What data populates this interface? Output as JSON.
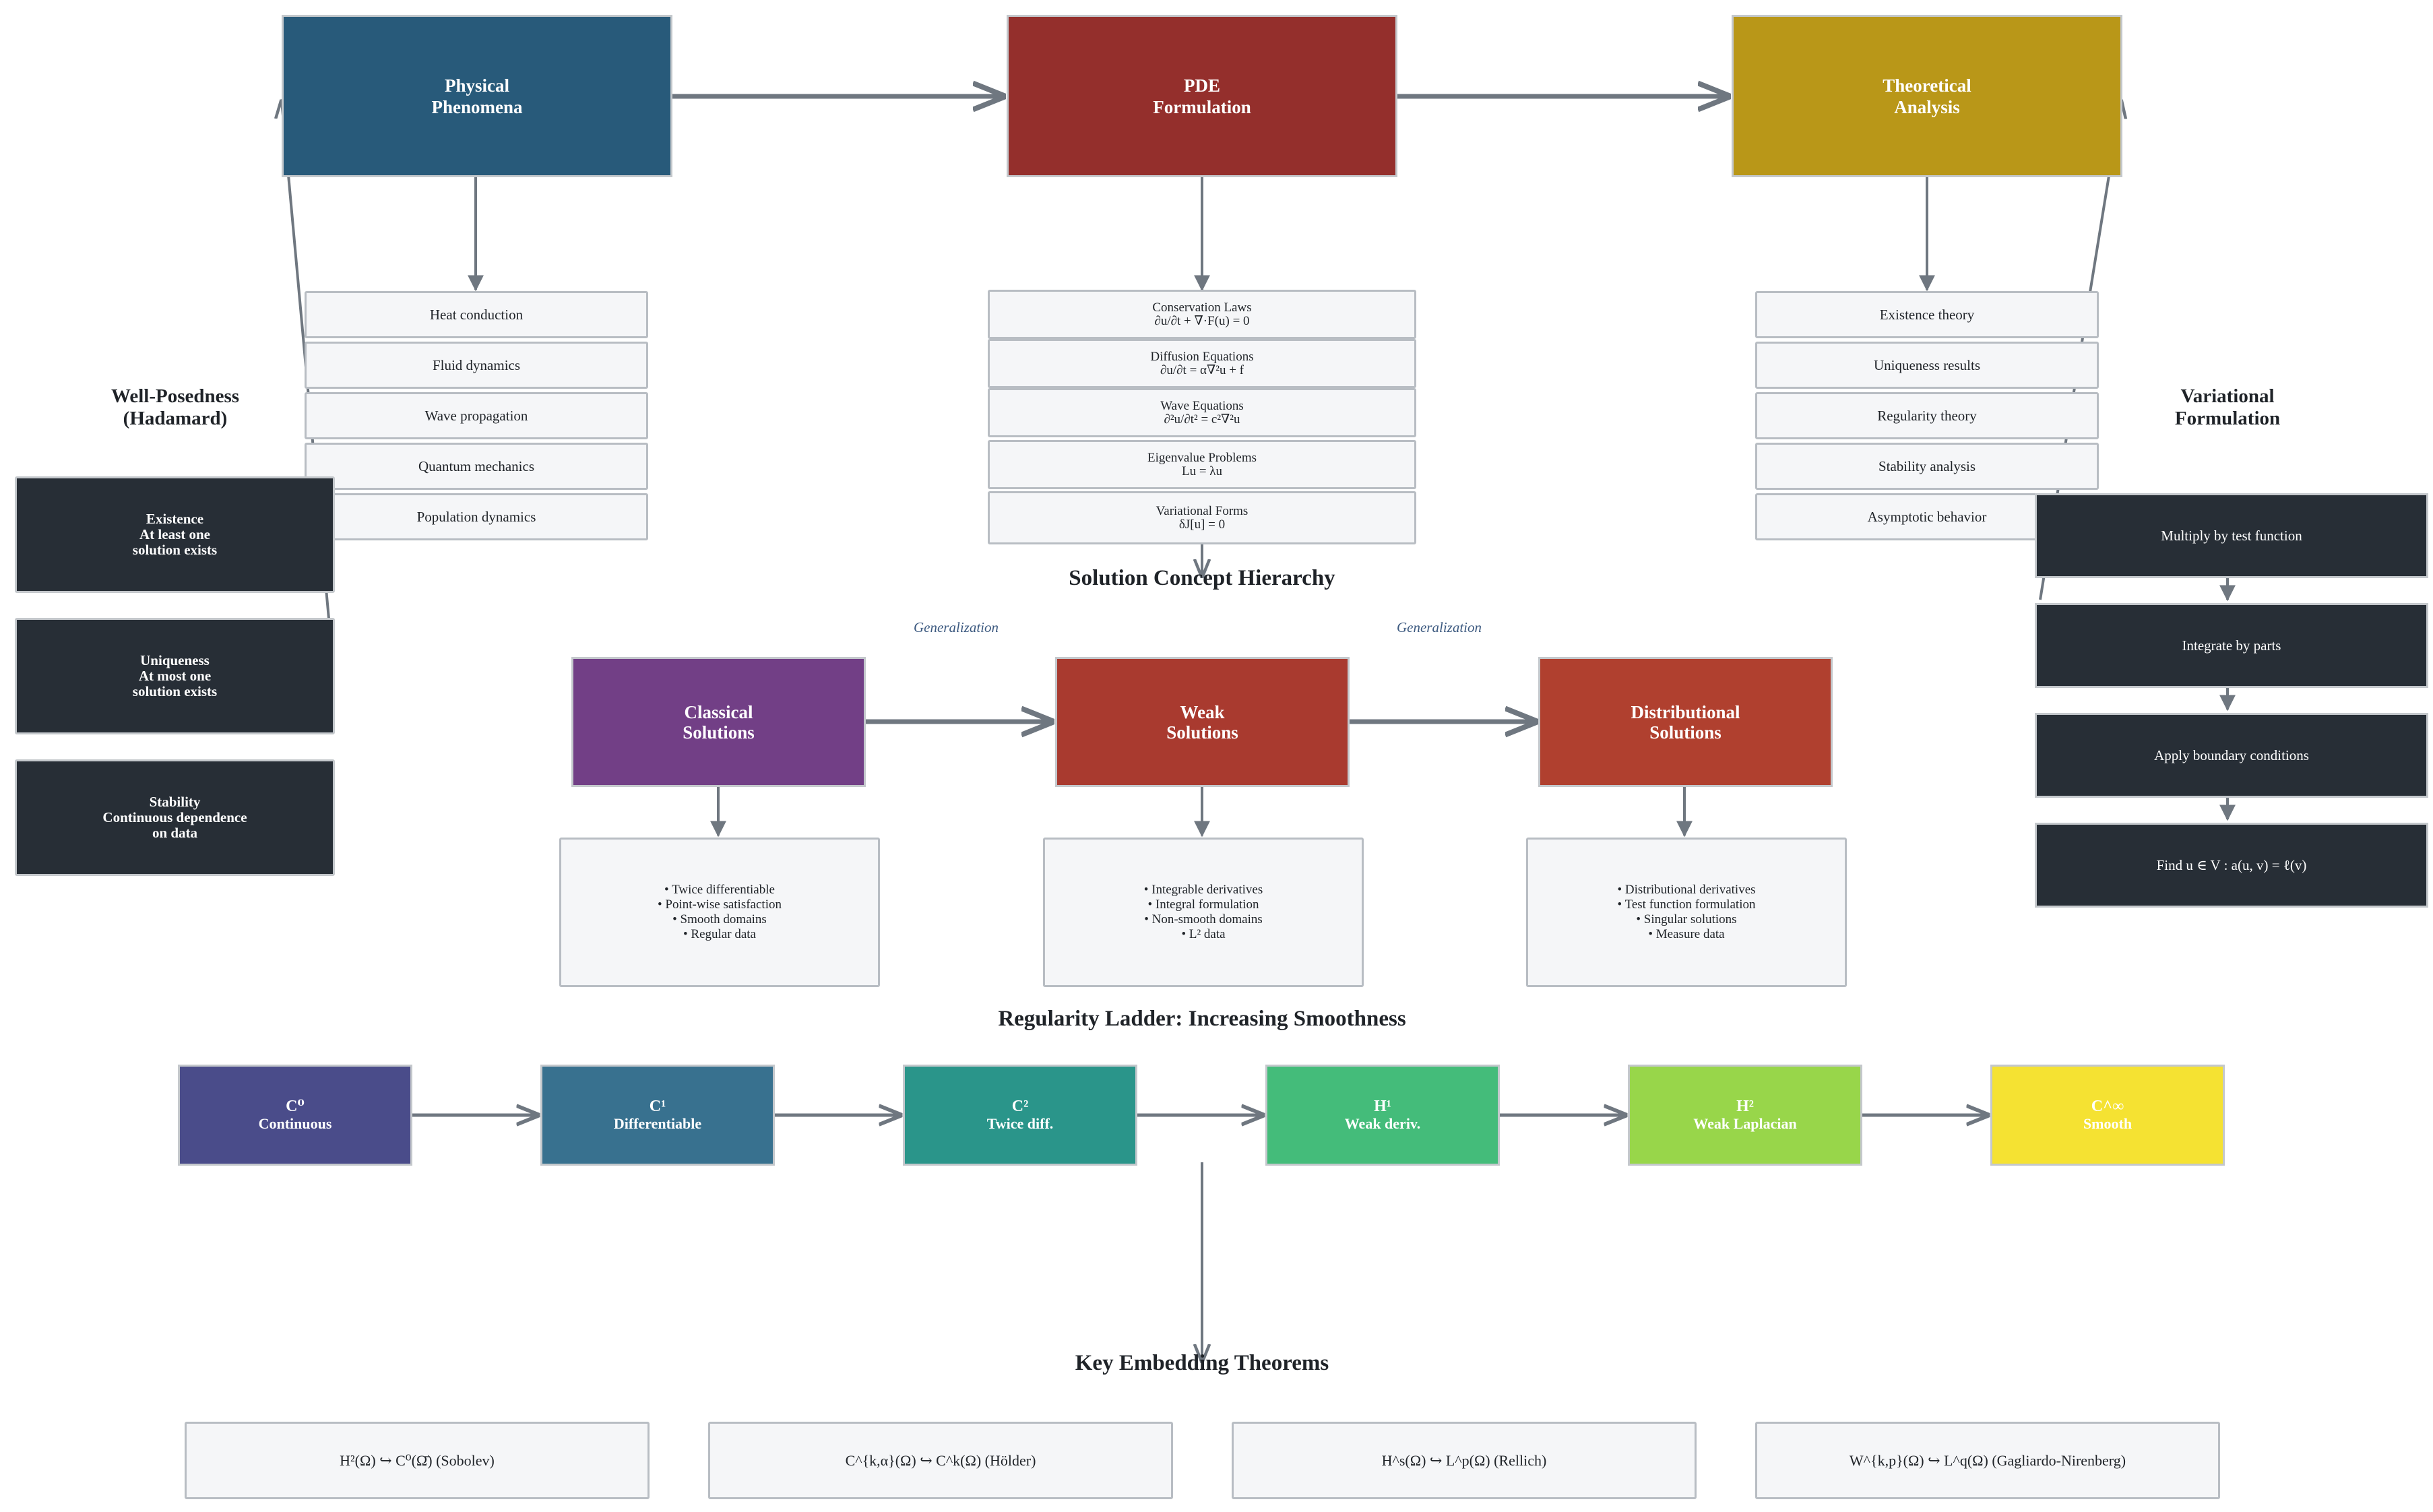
{
  "top": {
    "physical": "Physical\nPhenomena",
    "pde": "PDE\nFormulation",
    "theory": "Theoretical\nAnalysis"
  },
  "physical_items": [
    "Heat conduction",
    "Fluid dynamics",
    "Wave propagation",
    "Quantum mechanics",
    "Population dynamics"
  ],
  "pde_items": [
    {
      "name": "Conservation Laws",
      "eq": "∂u/∂t + ∇·F(u) = 0"
    },
    {
      "name": "Diffusion Equations",
      "eq": "∂u/∂t = α∇²u + f"
    },
    {
      "name": "Wave Equations",
      "eq": "∂²u/∂t² = c²∇²u"
    },
    {
      "name": "Eigenvalue Problems",
      "eq": "Lu = λu"
    },
    {
      "name": "Variational Forms",
      "eq": "δJ[u] = 0"
    }
  ],
  "theory_items": [
    "Existence theory",
    "Uniqueness results",
    "Regularity theory",
    "Stability analysis",
    "Asymptotic behavior"
  ],
  "wellposed": {
    "title": "Well-Posedness\n(Hadamard)",
    "items": [
      {
        "name": "Existence",
        "desc": "At least one\nsolution exists"
      },
      {
        "name": "Uniqueness",
        "desc": "At most one\nsolution exists"
      },
      {
        "name": "Stability",
        "desc": "Continuous dependence\non data"
      }
    ]
  },
  "variational": {
    "title": "Variational\nFormulation",
    "steps": [
      "Multiply by test function",
      "Integrate by parts",
      "Apply boundary conditions",
      "Find u ∈ V : a(u, v) = ℓ(v)"
    ]
  },
  "hierarchy": {
    "title": "Solution Concept Hierarchy",
    "generalization": "Generalization",
    "classical": "Classical\nSolutions",
    "weak": "Weak\nSolutions",
    "distributional": "Distributional\nSolutions",
    "classical_desc": [
      "• Twice differentiable",
      "• Point-wise satisfaction",
      "• Smooth domains",
      "• Regular data"
    ],
    "weak_desc": [
      "• Integrable derivatives",
      "• Integral formulation",
      "• Non-smooth domains",
      "• L² data"
    ],
    "distributional_desc": [
      "• Distributional derivatives",
      "• Test function formulation",
      "• Singular solutions",
      "• Measure data"
    ]
  },
  "ladder": {
    "title": "Regularity Ladder: Increasing Smoothness",
    "steps": [
      {
        "sym": "C⁰",
        "label": "Continuous",
        "color": "#4a4c8a"
      },
      {
        "sym": "C¹",
        "label": "Differentiable",
        "color": "#38718f"
      },
      {
        "sym": "C²",
        "label": "Twice diff.",
        "color": "#2a958a"
      },
      {
        "sym": "H¹",
        "label": "Weak deriv.",
        "color": "#44bc7a"
      },
      {
        "sym": "H²",
        "label": "Weak Laplacian",
        "color": "#98d64a"
      },
      {
        "sym": "C^∞",
        "label": "Smooth",
        "color": "#f5e232"
      }
    ]
  },
  "embeddings": {
    "title": "Key Embedding Theorems",
    "items": [
      "H²(Ω) ↪ C⁰(Ω̄) (Sobolev)",
      "C^{k,α}(Ω) ↪ C^k(Ω) (Hölder)",
      "H^s(Ω) ↪ L^p(Ω) (Rellich)",
      "W^{k,p}(Ω) ↪ L^q(Ω) (Gagliardo-Nirenberg)"
    ]
  },
  "colors": {
    "physical": "#285a7a",
    "pde": "#942f2c",
    "theory": "#b99718",
    "classical": "#723f86",
    "weak": "#a93a2f",
    "distributional": "#b0402f",
    "dark": "#272e36",
    "arrow": "#6f7780"
  }
}
